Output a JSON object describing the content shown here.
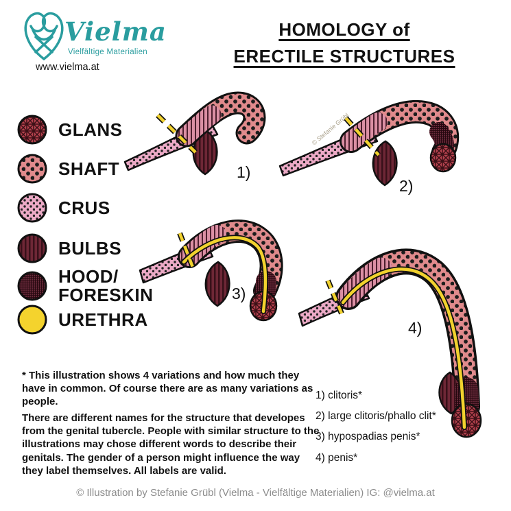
{
  "brand": {
    "name": "Vielma",
    "subtitle": "Vielfältige Materialien",
    "url": "www.vielma.at"
  },
  "title": {
    "line1": "HOMOLOGY of",
    "line2": "ERECTILE STRUCTURES"
  },
  "legend": {
    "items": [
      {
        "label": "GLANS",
        "pattern": "crosshatch",
        "color": "#b4424e"
      },
      {
        "label": "SHAFT",
        "pattern": "dots",
        "color": "#e08a8c"
      },
      {
        "label": "CRUS",
        "pattern": "small-dots",
        "color": "#ecaac6"
      },
      {
        "label": "BULBS",
        "pattern": "vertical-stripes",
        "color": "#6e2736"
      },
      {
        "label": "HOOD/\nFORESKIN",
        "pattern": "grid",
        "color": "#67293a"
      },
      {
        "label": "URETHRA",
        "pattern": "solid",
        "color": "#f4d32d"
      }
    ]
  },
  "figures": [
    {
      "number": "1)"
    },
    {
      "number": "2)"
    },
    {
      "number": "3)"
    },
    {
      "number": "4)"
    }
  ],
  "watermark": "© Stefanie Grübl",
  "notes": {
    "para1": "* This illustration shows 4 variations and how much they have in common. Of course there are as many variations as people.",
    "para2": "There are different names for the structure that developes from the genital tubercle. People with similar structure to the illustrations may chose different words to describe their genitals. The gender of a person might influence the way they label themselves. All labels are valid."
  },
  "variant_list": [
    {
      "label": "1) clitoris*"
    },
    {
      "label": "2) large clitoris/phallo clit*"
    },
    {
      "label": "3) hypospadias penis*"
    },
    {
      "label": "4) penis*"
    }
  ],
  "footer": {
    "credit": "© Illustration by Stefanie Grübl (Vielma - Vielfältige Materialien) IG: @vielma.at"
  },
  "colors": {
    "teal": "#2a9d9f",
    "urethra_yellow": "#f2d22e"
  }
}
